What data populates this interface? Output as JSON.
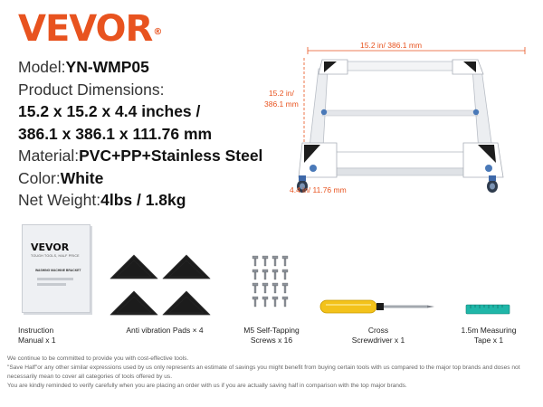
{
  "brand": {
    "name": "VEVOR",
    "mark": "®"
  },
  "specs": {
    "model_key": "Model:",
    "model_value": "YN-WMP05",
    "dimensions_key": "Product Dimensions:",
    "dimensions_inches": "15.2 x 15.2 x 4.4 inches /",
    "dimensions_mm": "386.1 x 386.1 x 111.76 mm",
    "material_key": "Material:",
    "material_value": "PVC+PP+Stainless Steel",
    "color_key": "Color:",
    "color_value": "White",
    "weight_key": "Net Weight:",
    "weight_value": "4lbs / 1.8kg"
  },
  "dimensions": {
    "top": "15.2 in/ 386.1 mm",
    "side_line1": "15.2 in/",
    "side_line2": "386.1 mm",
    "height": "4.4 in/ 11.76 mm"
  },
  "manual": {
    "brand": "VEVOR",
    "tagline": "TOUGH TOOLS, HALF PRICE",
    "title": "WASHING MACHINE BRACKET"
  },
  "accessories": [
    {
      "line1": "Instruction",
      "line2": "Manual x 1"
    },
    {
      "line1": "Anti vibration Pads × 4",
      "line2": ""
    },
    {
      "line1": "M5 Self-Tapping",
      "line2": "Screws x 16"
    },
    {
      "line1": "Cross",
      "line2": "Screwdriver x 1"
    },
    {
      "line1": "1.5m Measuring",
      "line2": "Tape x 1"
    }
  ],
  "footer": [
    "We continue to be committed to provide you with cost-effective tools.",
    "\"Save Half\"or any other similar expressions used by us only represents an estimate of savings you might benefit from buying certain tools with us compared to the major top brands and doses not necessarily mean to cover all categories of tools offered by us.",
    "You are kindly reminded to verify carefully when you are placing an order with us if you are actually saving half in comparison with the top major brands."
  ],
  "colors": {
    "brand": "#e8531f",
    "text": "#222222",
    "footnote": "#666666"
  }
}
